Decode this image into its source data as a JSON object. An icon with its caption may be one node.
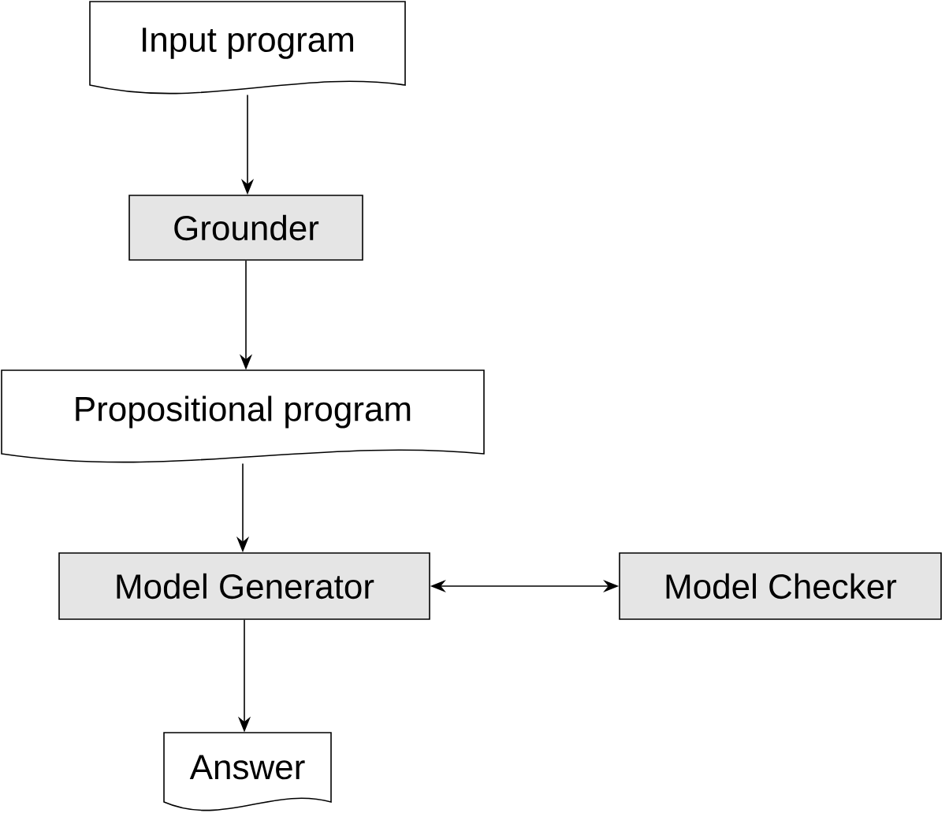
{
  "diagram": {
    "nodes": [
      {
        "text": [
          "Input program"
        ]
      },
      {
        "text": [
          "Grounder"
        ]
      },
      {
        "text": [
          "Propositional program"
        ]
      },
      {
        "text": [
          "Model Generator"
        ]
      },
      {
        "text": [
          "Model Checker"
        ]
      },
      {
        "text": [
          "Answer"
        ]
      }
    ],
    "edges": [
      {
        "from": 0,
        "to": 1,
        "arrow": "to"
      },
      {
        "from": 1,
        "to": 2,
        "arrow": "to"
      },
      {
        "from": 2,
        "to": 3,
        "arrow": "to"
      },
      {
        "from": 3,
        "to": 4,
        "arrow": "both"
      },
      {
        "from": 3,
        "to": 5,
        "arrow": "to"
      }
    ]
  }
}
